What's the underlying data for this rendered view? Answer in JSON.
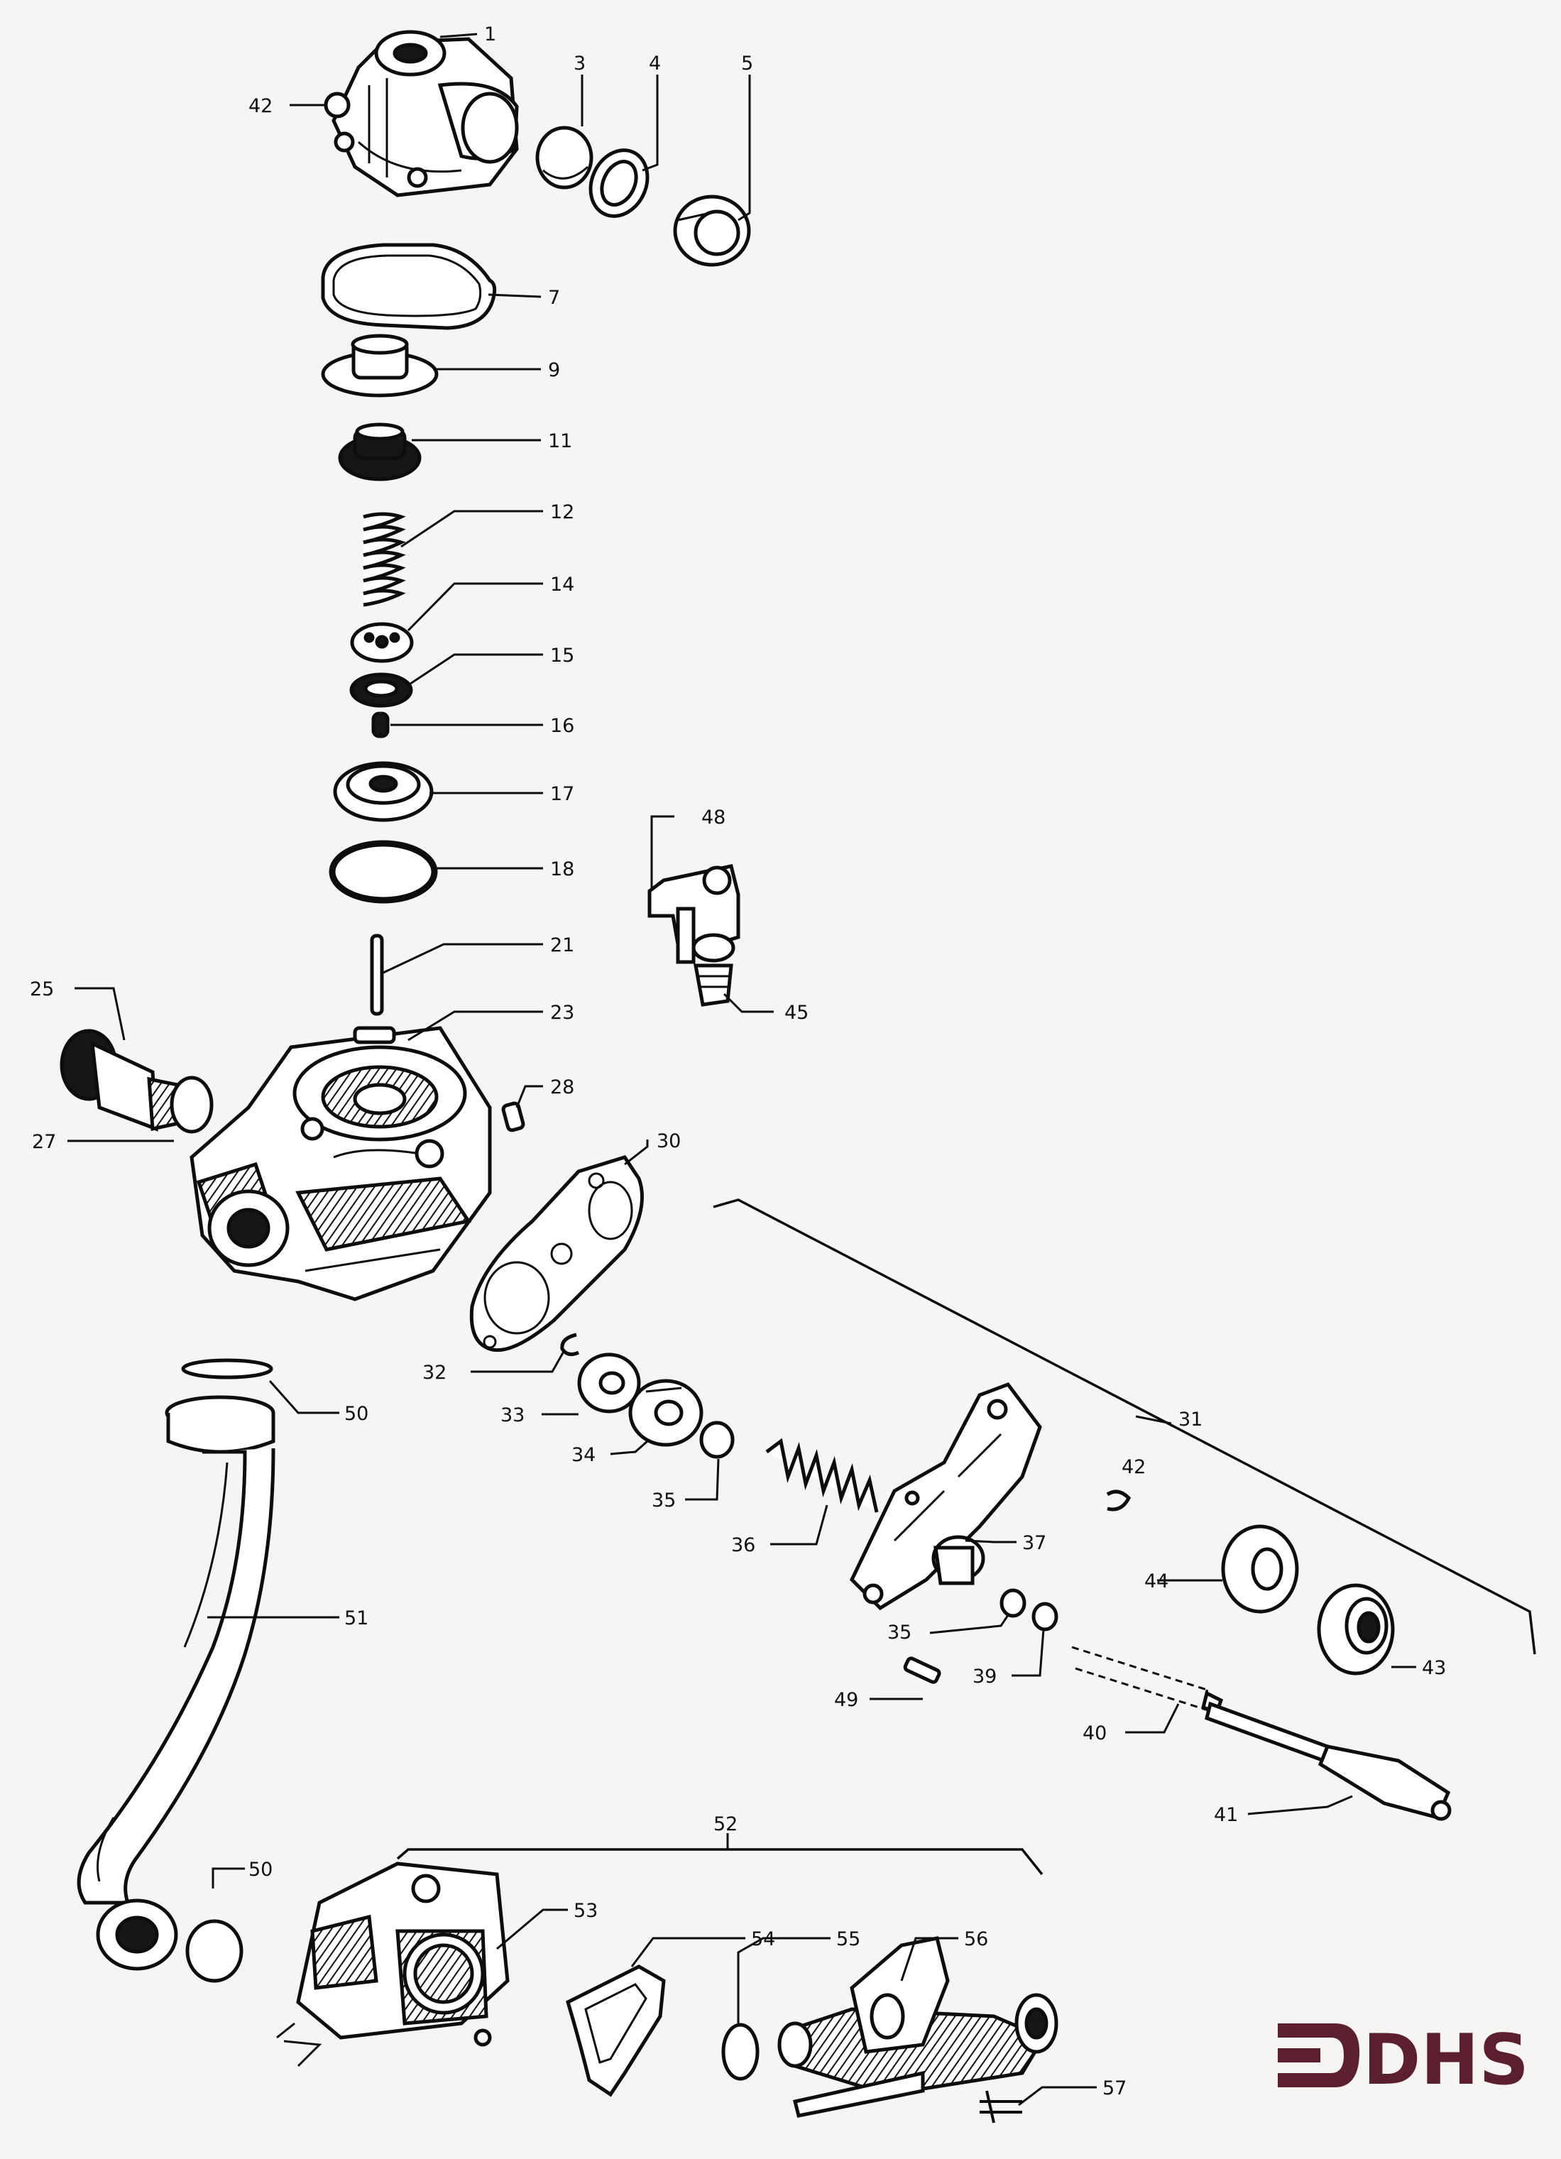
{
  "callouts": {
    "c1": "1",
    "c3": "3",
    "c4": "4",
    "c5": "5",
    "c42a": "42",
    "c7": "7",
    "c9": "9",
    "c11": "11",
    "c12": "12",
    "c14": "14",
    "c15": "15",
    "c16": "16",
    "c17": "17",
    "c18": "18",
    "c21": "21",
    "c23": "23",
    "c25": "25",
    "c27": "27",
    "c28": "28",
    "c48": "48",
    "c45": "45",
    "c30": "30",
    "c31": "31",
    "c32": "32",
    "c33": "33",
    "c34": "34",
    "c35a": "35",
    "c36": "36",
    "c37": "37",
    "c42b": "42",
    "c44": "44",
    "c43": "43",
    "c35b": "35",
    "c39": "39",
    "c49": "49",
    "c40": "40",
    "c41": "41",
    "c50a": "50",
    "c51": "51",
    "c50b": "50",
    "c52": "52",
    "c53": "53",
    "c54": "54",
    "c55": "55",
    "c56": "56",
    "c57": "57"
  },
  "logo": {
    "text": "DHS",
    "color": "#5b1f2e"
  }
}
